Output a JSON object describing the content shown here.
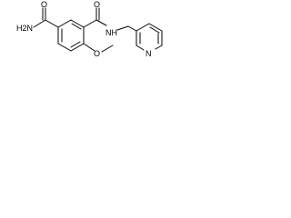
{
  "molecule": {
    "labels": {
      "amide_nh2": "H2N",
      "amide_o_left": "O",
      "amide_o_right": "O",
      "amide_nh": "NH",
      "methoxy_o": "O",
      "pyridine_n": "N"
    }
  }
}
